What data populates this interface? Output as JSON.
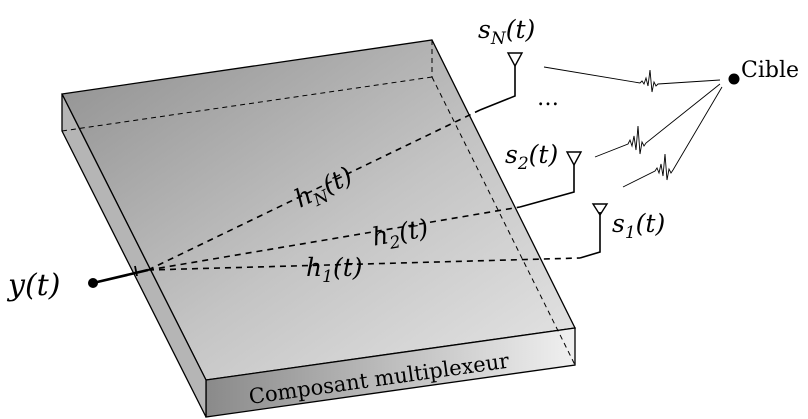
{
  "diagram": {
    "output_label": "y(t)",
    "target_label": "Cible",
    "component_label": "Composant multiplexeur",
    "ellipsis": "…",
    "paths": [
      {
        "name": "h_N",
        "label": "hN(t)",
        "sub": "N"
      },
      {
        "name": "h_2",
        "label": "h2(t)",
        "sub": "2"
      },
      {
        "name": "h_1",
        "label": "h1(t)",
        "sub": "1"
      }
    ],
    "antennas": [
      {
        "name": "s_N",
        "label": "sN(t)",
        "sub": "N"
      },
      {
        "name": "s_2",
        "label": "s2(t)",
        "sub": "2"
      },
      {
        "name": "s_1",
        "label": "s1(t)",
        "sub": "1"
      }
    ]
  }
}
